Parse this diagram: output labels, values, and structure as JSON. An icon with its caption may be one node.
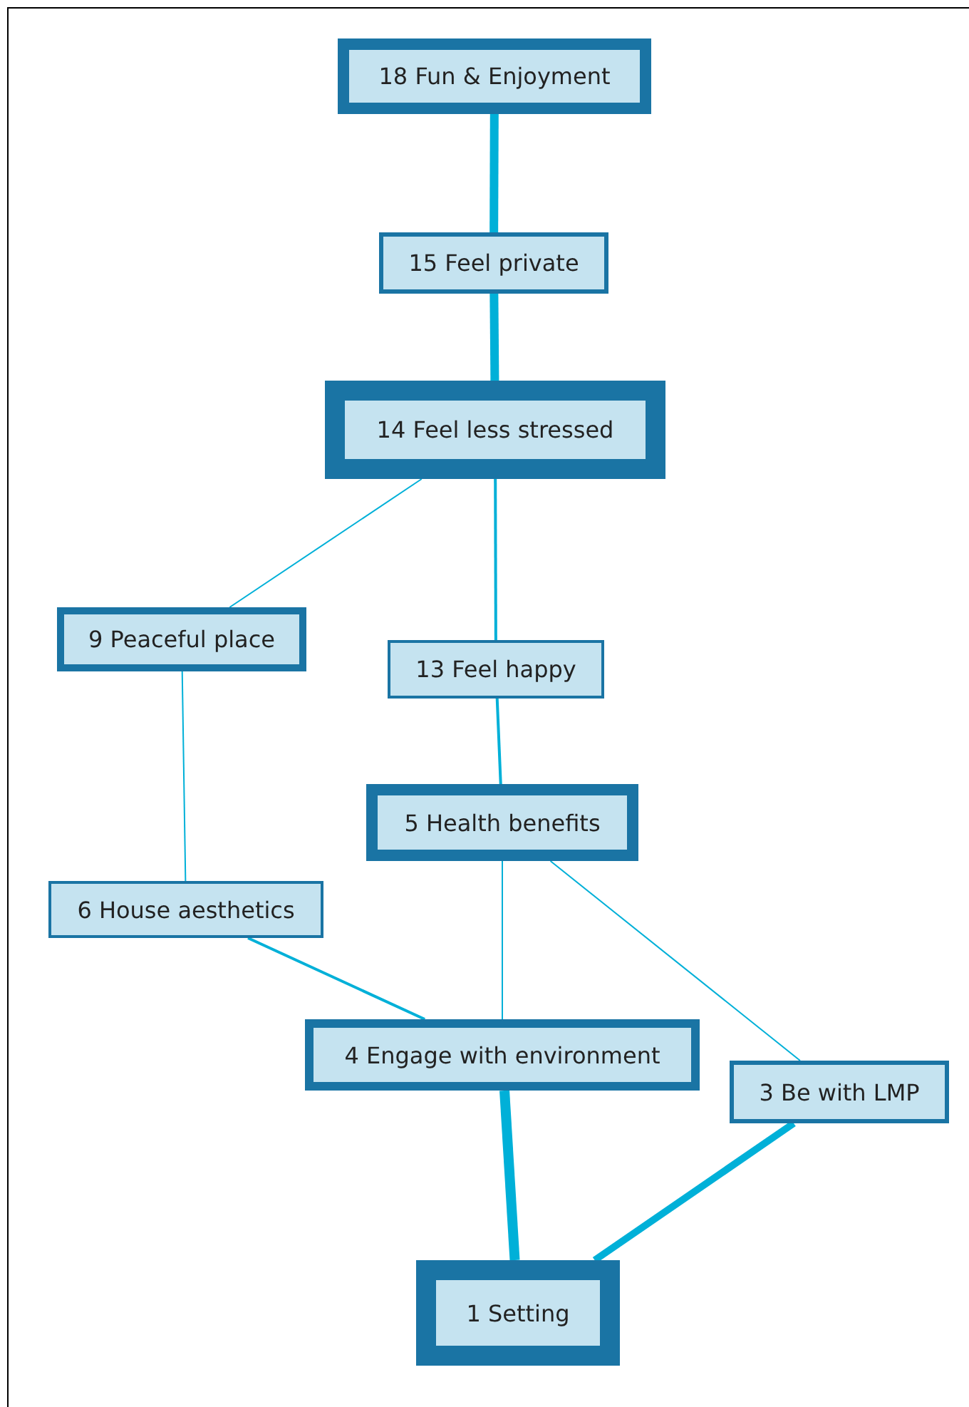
{
  "diagram": {
    "nodes": [
      {
        "text": [
          "18 Fun & Enjoyment"
        ]
      },
      {
        "text": [
          "15 Feel private"
        ]
      },
      {
        "text": [
          "14 Feel less stressed"
        ]
      },
      {
        "text": [
          "9 Peaceful place"
        ]
      },
      {
        "text": [
          "13 Feel happy"
        ]
      },
      {
        "text": [
          "5 Health benefits"
        ]
      },
      {
        "text": [
          "6 House aesthetics"
        ]
      },
      {
        "text": [
          "4 Engage with environment"
        ]
      },
      {
        "text": [
          "3 Be with LMP"
        ]
      },
      {
        "text": [
          "1 Setting"
        ]
      }
    ],
    "edges": [
      {
        "from": 0,
        "to": 1,
        "arrow": "none",
        "style": "thick"
      },
      {
        "from": 1,
        "to": 2,
        "arrow": "none",
        "style": "thick"
      },
      {
        "from": 2,
        "to": 3,
        "arrow": "none"
      },
      {
        "from": 2,
        "to": 4,
        "arrow": "none"
      },
      {
        "from": 4,
        "to": 5,
        "arrow": "none"
      },
      {
        "from": 3,
        "to": 6,
        "arrow": "none"
      },
      {
        "from": 6,
        "to": 7,
        "arrow": "none"
      },
      {
        "from": 5,
        "to": 7,
        "arrow": "none"
      },
      {
        "from": 5,
        "to": 8,
        "arrow": "none"
      },
      {
        "from": 7,
        "to": 9,
        "arrow": "none",
        "style": "thick"
      },
      {
        "from": 8,
        "to": 9,
        "arrow": "none",
        "style": "thick"
      }
    ]
  }
}
